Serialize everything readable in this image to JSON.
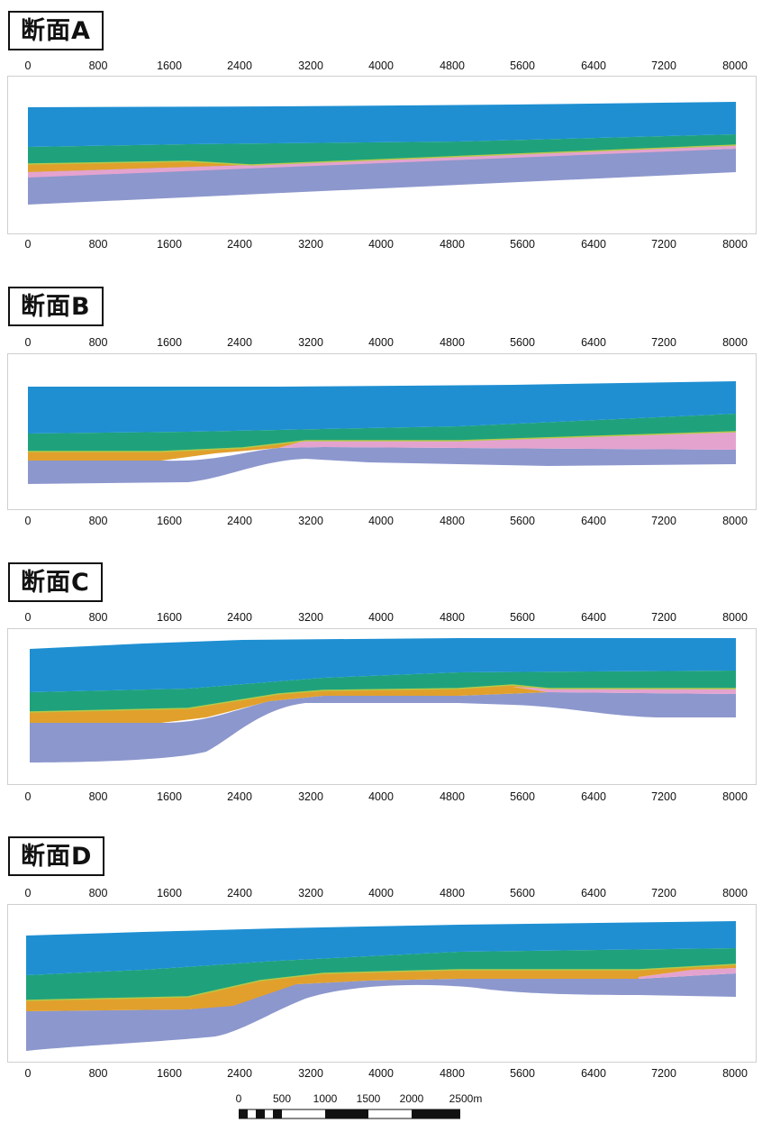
{
  "axis_ticks": [
    "0",
    "800",
    "1600",
    "2400",
    "3200",
    "4000",
    "4800",
    "5600",
    "6400",
    "7200",
    "8000"
  ],
  "colors": {
    "layer_1": "#1f8fd2",
    "layer_2": "#1fa27c",
    "layer_3": "#e1a02c",
    "layer_4": "#e4a3cf",
    "layer_5": "#8c97cd",
    "boundary_line": "#b6c94a"
  },
  "sections": [
    {
      "label": "断面A"
    },
    {
      "label": "断面B"
    },
    {
      "label": "断面C"
    },
    {
      "label": "断面D"
    }
  ],
  "scale_bar": {
    "labels": [
      "0",
      "500",
      "1000",
      "1500",
      "2000",
      "2500m"
    ]
  }
}
